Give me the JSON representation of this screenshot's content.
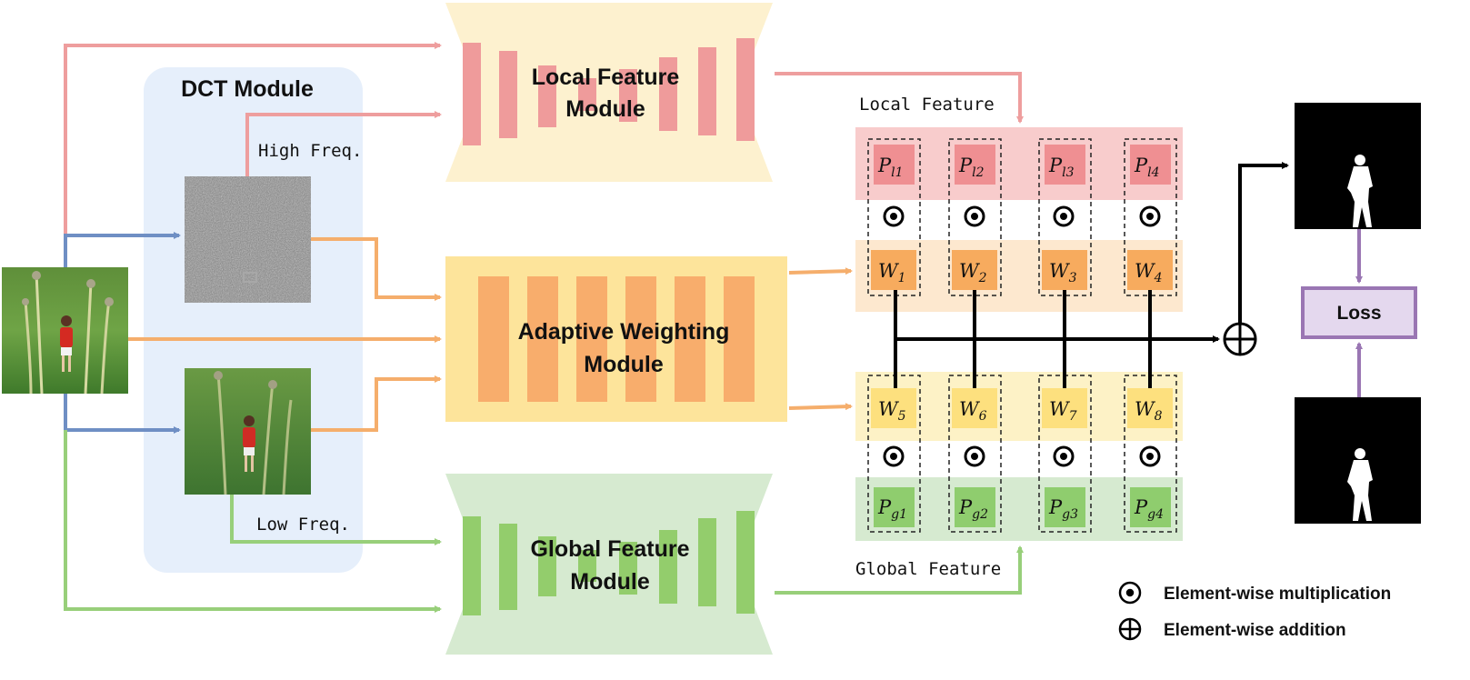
{
  "modules": {
    "dct": "DCT Module",
    "local_line1": "Local Feature",
    "local_line2": "Module",
    "adaptive_line1": "Adaptive Weighting",
    "adaptive_line2": "Module",
    "global_line1": "Global Feature",
    "global_line2": "Module",
    "loss": "Loss"
  },
  "labels": {
    "high_freq": "High Freq.",
    "low_freq": "Low Freq.",
    "local_feature": "Local Feature",
    "global_feature": "Global Feature"
  },
  "cells": {
    "local": [
      {
        "base": "P",
        "sub": "l1"
      },
      {
        "base": "P",
        "sub": "l2"
      },
      {
        "base": "P",
        "sub": "l3"
      },
      {
        "base": "P",
        "sub": "l4"
      }
    ],
    "weights_top": [
      {
        "base": "W",
        "sub": "1"
      },
      {
        "base": "W",
        "sub": "2"
      },
      {
        "base": "W",
        "sub": "3"
      },
      {
        "base": "W",
        "sub": "4"
      }
    ],
    "weights_bottom": [
      {
        "base": "W",
        "sub": "5"
      },
      {
        "base": "W",
        "sub": "6"
      },
      {
        "base": "W",
        "sub": "7"
      },
      {
        "base": "W",
        "sub": "8"
      }
    ],
    "global": [
      {
        "base": "P",
        "sub": "g1"
      },
      {
        "base": "P",
        "sub": "g2"
      },
      {
        "base": "P",
        "sub": "g3"
      },
      {
        "base": "P",
        "sub": "g4"
      }
    ]
  },
  "legend": {
    "multiplication": "Element-wise multiplication",
    "addition": "Element-wise addition"
  },
  "colors": {
    "pink_arrow": "#ee9e9e",
    "blue_arrow": "#6f8fc4",
    "orange_arrow": "#f5ae6c",
    "green_arrow": "#98cf7a",
    "purple_arrow": "#9a76b3",
    "dct_bg": "#e6effb",
    "local_bg": "#fdf1cf",
    "adaptive_bg": "#fde49b",
    "global_bg": "#d6ead0"
  }
}
